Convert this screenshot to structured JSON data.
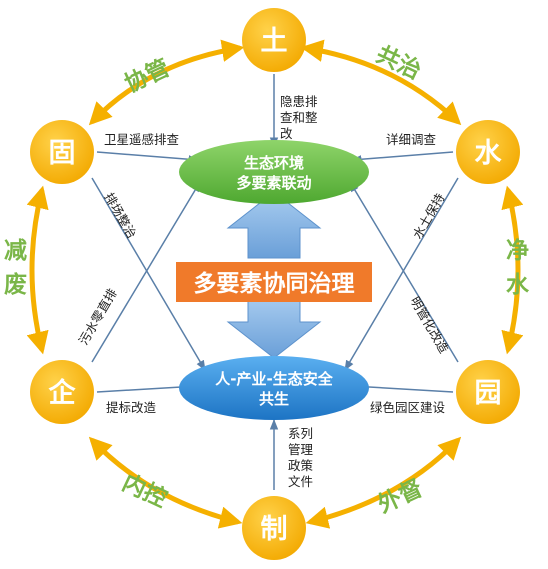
{
  "nodes": {
    "top": "土",
    "upper_left": "固",
    "upper_right": "水",
    "lower_left": "企",
    "lower_right": "园",
    "bottom": "制"
  },
  "ring_labels": {
    "top_left": "协管",
    "top_right": "共治",
    "left": [
      "减",
      "废"
    ],
    "right": [
      "净",
      "水"
    ],
    "bottom_left": "内控",
    "bottom_right": "外督"
  },
  "center": {
    "title": "多要素协同治理",
    "top_ellipse": [
      "生态环境",
      "多要素联动"
    ],
    "bottom_ellipse": [
      "人-产业-生态安全",
      "共生"
    ]
  },
  "arrow_labels": {
    "top_node": [
      "隐患排",
      "查和整",
      "改"
    ],
    "upper_left_node": "卫星遥感排查",
    "upper_right_node": "详细调查",
    "lower_left_node": "提标改造",
    "lower_right_node": "绿色园区建设",
    "bottom_node": [
      "系列",
      "管理",
      "政策",
      "文件"
    ],
    "diag_left_upper": "排场整治",
    "diag_left_lower": "污水零直排",
    "diag_right_upper": "水土保持",
    "diag_right_lower": "明管化改造"
  },
  "colors": {
    "node": "#f7b90f",
    "ring_arrow": "#f5b000",
    "ring_label": "#7ab648",
    "top_ellipse": "#6cc24a",
    "bottom_ellipse": "#2e8fd6",
    "center_box": "#f07a2a",
    "block_arrow": "#7fb0e3",
    "thin_arrow": "#5a7fa8"
  }
}
